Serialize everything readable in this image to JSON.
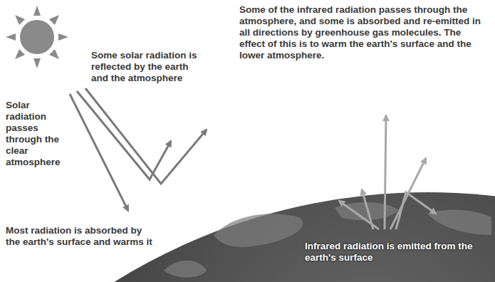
{
  "diagram": {
    "labels": [
      "Some of the infrared radiation passes through the atmosphere, and some is absorbed and re-emitted in all directions by greenhouse gas molecules. The effect of this is to warm the earth's surface and the lower atmosphere.",
      "Some solar radiation is reflected by the earth and the atmosphere",
      "Solar radiation passes through the clear atmosphere",
      "Most radiation is absorbed by the earth's surface and warms it",
      "Infrared radiation is emitted from the earth's surface"
    ]
  }
}
